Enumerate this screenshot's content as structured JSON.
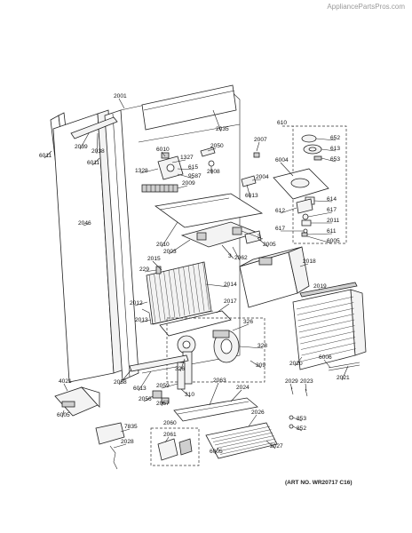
{
  "watermark": "AppliancePartsPros.com",
  "art_number": "(ART NO. WR20717 C16)",
  "callouts": {
    "c2001": "2001",
    "c2035": "2035",
    "c610": "610",
    "c2007": "2007",
    "c652": "652",
    "c613": "613",
    "c653": "653",
    "c6004": "6004",
    "c614": "614",
    "c612": "612",
    "c617a": "617",
    "c2011": "2011",
    "c617b": "617",
    "c611": "611",
    "c6005a": "6005",
    "c2039": "2039",
    "c2038": "2038",
    "c6011a": "6011",
    "c6011b": "6011",
    "c6010": "6010",
    "c1327": "1327",
    "c615": "615",
    "c9587": "9587",
    "c2050": "2050",
    "c2008": "2008",
    "c1328": "1328",
    "c2009": "2009",
    "c2004": "2004",
    "c6013a": "6013",
    "c2046": "2046",
    "c2010": "2010",
    "c2003": "2003",
    "c3a": "3",
    "c3b": "3",
    "c2062": "2062",
    "c2005": "2005",
    "c229": "229",
    "c2015": "2015",
    "c2014": "2014",
    "c2018": "2018",
    "c2012": "2012",
    "c2013": "2013",
    "c2017": "2017",
    "c2019": "2019",
    "c326a": "326",
    "c328": "328",
    "c326b": "326",
    "c309": "309",
    "c2020": "2020",
    "c6006": "6006",
    "c2021": "2021",
    "c2058": "2058",
    "c6013b": "6013",
    "c2059": "2059",
    "c2056": "2056",
    "c2057": "2057",
    "c310": "310",
    "c2029": "2029",
    "c2023": "2023",
    "c2063": "2063",
    "c2024": "2024",
    "c4021": "4021",
    "c6005b": "6005",
    "c2026": "2026",
    "c853": "853",
    "c852": "852",
    "c2060": "2060",
    "c2061": "2061",
    "c7835": "7835",
    "c2028": "2028",
    "c2027": "2027",
    "c6005c": "6005"
  }
}
